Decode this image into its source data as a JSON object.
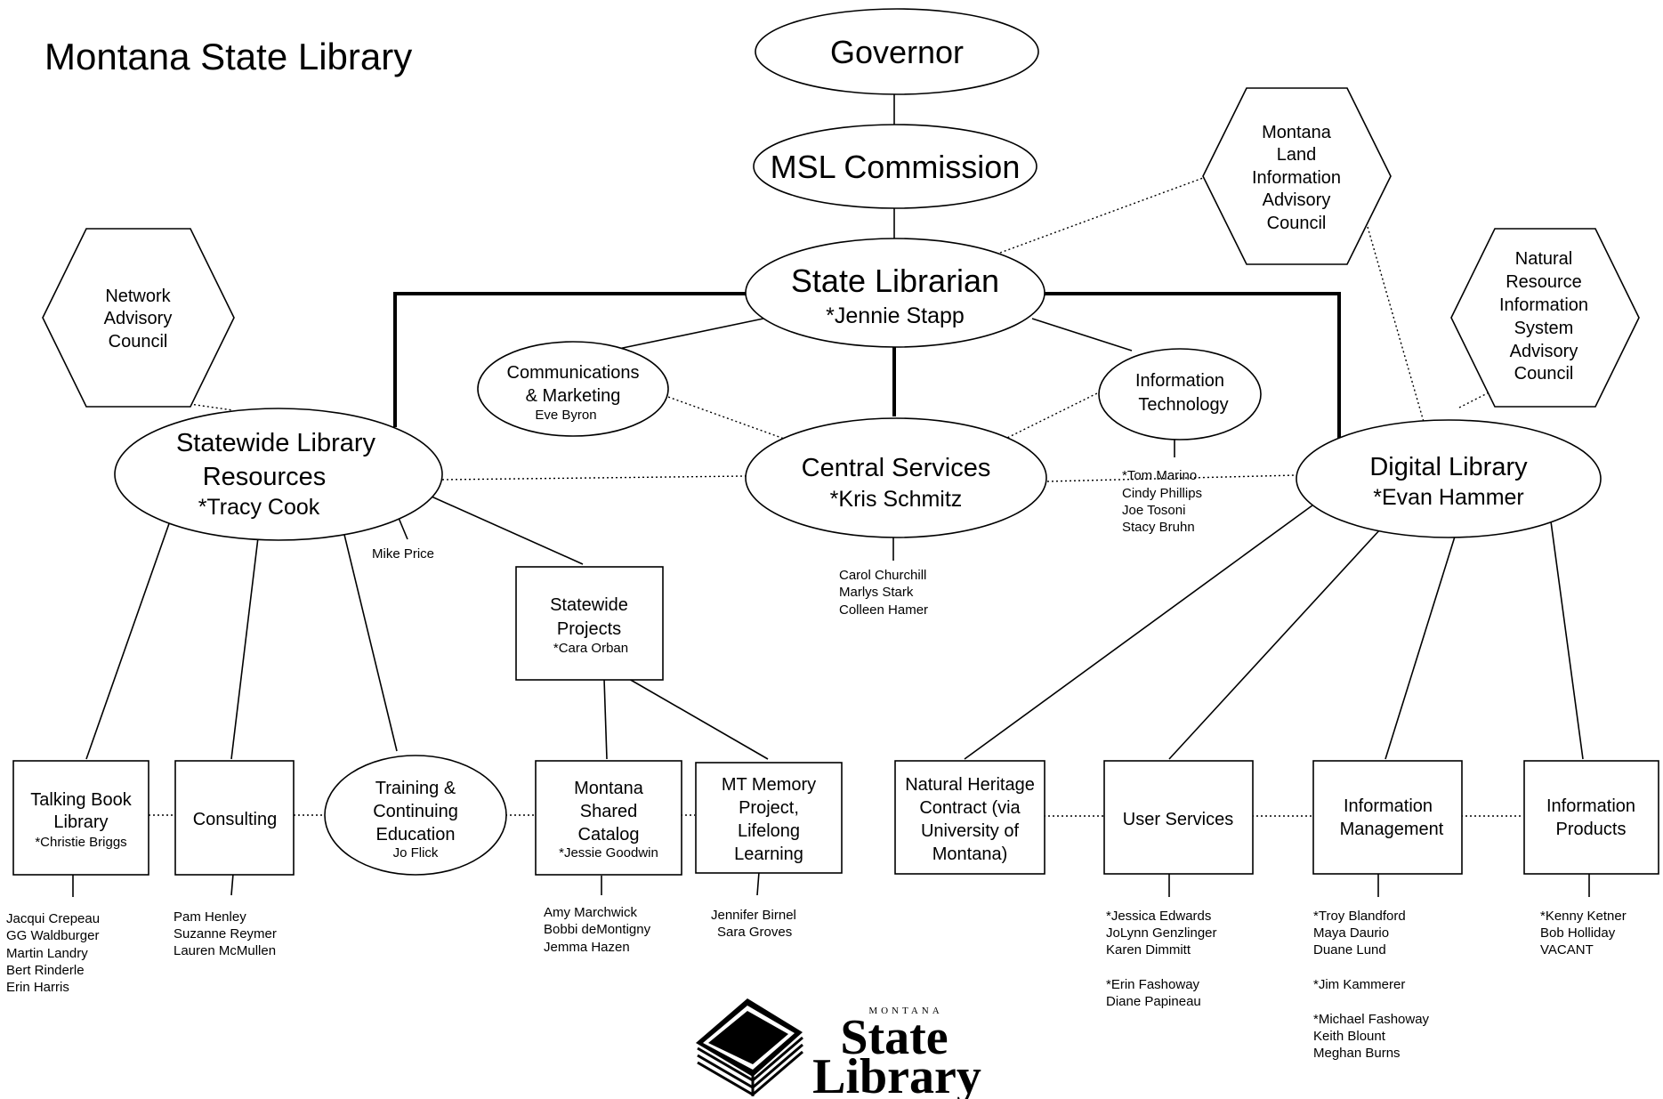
{
  "title": "Montana State Library",
  "nodes": {
    "governor": "Governor",
    "commission": "MSL Commission",
    "state_librarian": {
      "title": "State Librarian",
      "person": "*Jennie Stapp"
    },
    "comm_marketing": {
      "line1": "Communications",
      "line2": "& Marketing",
      "person": "Eve Byron"
    },
    "info_tech": {
      "line1": "Information",
      "line2": "Technology"
    },
    "central_services": {
      "title": "Central Services",
      "person": "*Kris Schmitz"
    },
    "statewide_resources": {
      "line1": "Statewide Library",
      "line2": "Resources",
      "person": "*Tracy Cook"
    },
    "digital_library": {
      "title": "Digital Library",
      "person": "*Evan Hammer"
    },
    "statewide_projects": {
      "line1": "Statewide",
      "line2": "Projects",
      "person": "*Cara Orban"
    },
    "network_council": {
      "line1": "Network",
      "line2": "Advisory",
      "line3": "Council"
    },
    "land_council": {
      "line1": "Montana",
      "line2": "Land",
      "line3": "Information",
      "line4": "Advisory",
      "line5": "Council"
    },
    "nris_council": {
      "line1": "Natural",
      "line2": "Resource",
      "line3": "Information",
      "line4": "System",
      "line5": "Advisory",
      "line6": "Council"
    },
    "talking_book": {
      "line1": "Talking Book",
      "line2": "Library",
      "person": "*Christie Briggs"
    },
    "consulting": {
      "label": "Consulting"
    },
    "training": {
      "line1": "Training &",
      "line2": "Continuing",
      "line3": "Education",
      "person": "Jo Flick"
    },
    "shared_catalog": {
      "line1": "Montana",
      "line2": "Shared",
      "line3": "Catalog",
      "person": "*Jessie Goodwin"
    },
    "mt_memory": {
      "line1": "MT Memory",
      "line2": "Project,",
      "line3": "Lifelong",
      "line4": "Learning"
    },
    "natural_heritage": {
      "line1": "Natural Heritage",
      "line2": "Contract (via",
      "line3": "University of",
      "line4": "Montana)"
    },
    "user_services": {
      "label": "User Services"
    },
    "info_management": {
      "line1": "Information",
      "line2": "Management"
    },
    "info_products": {
      "line1": "Information",
      "line2": "Products"
    }
  },
  "staff": {
    "mike_price": "Mike Price",
    "it_staff": [
      "*Tom Marino",
      "Cindy Phillips",
      "Joe Tosoni",
      "Stacy Bruhn"
    ],
    "central_staff": [
      "Carol Churchill",
      "Marlys Stark",
      "Colleen Hamer"
    ],
    "talking_book_staff": [
      "Jacqui Crepeau",
      "GG Waldburger",
      "Martin Landry",
      "Bert Rinderle",
      "Erin Harris"
    ],
    "consulting_staff": [
      "Pam Henley",
      "Suzanne Reymer",
      "Lauren McMullen"
    ],
    "catalog_staff": [
      "Amy Marchwick",
      "Bobbi deMontigny",
      "Jemma Hazen"
    ],
    "memory_staff": [
      "Jennifer Birnel",
      "Sara Groves"
    ],
    "user_services_staff": [
      "*Jessica Edwards",
      "JoLynn Genzlinger",
      "Karen Dimmitt",
      "",
      "*Erin Fashoway",
      "Diane Papineau"
    ],
    "info_mgmt_staff": [
      "*Troy Blandford",
      "Maya Daurio",
      "Duane Lund",
      "",
      "*Jim Kammerer",
      "",
      "*Michael Fashoway",
      "Keith Blount",
      "Meghan Burns"
    ],
    "info_products_staff": [
      "*Kenny Ketner",
      "Bob Holliday",
      "VACANT"
    ]
  },
  "logo": {
    "small": "MONTANA",
    "word1": "State",
    "word2": "Library"
  }
}
